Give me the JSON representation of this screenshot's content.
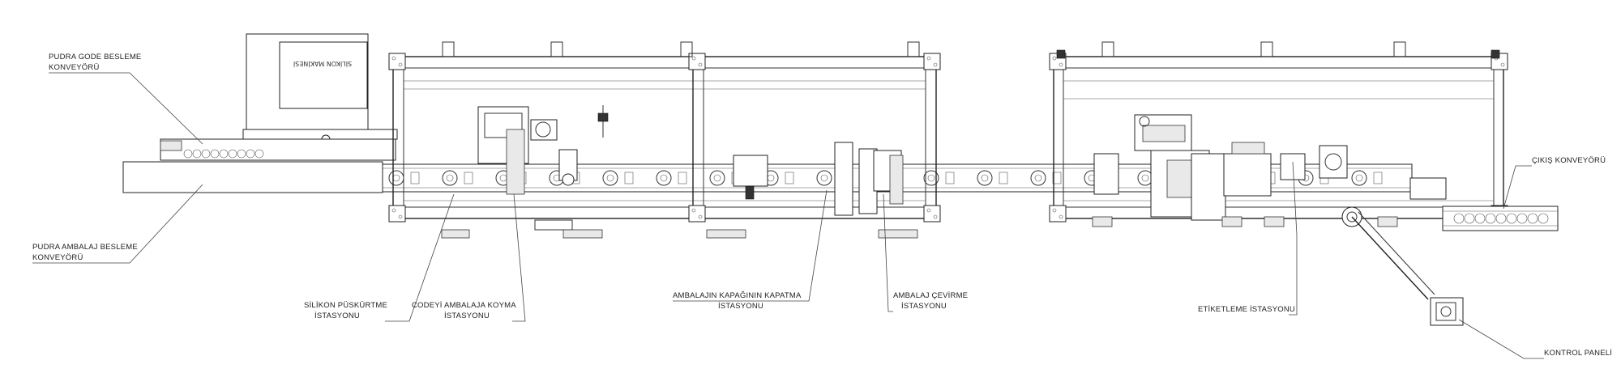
{
  "diagram": {
    "labels": {
      "pudra_gode": [
        "PUDRA GODE BESLEME",
        "KONVEYÖRÜ"
      ],
      "pudra_ambalaj": [
        "PUDRA AMBALAJ BESLEME",
        "KONVEYÖRÜ"
      ],
      "silikon": [
        "SİLİKON PÜSKÜRTME",
        "İSTASYONU"
      ],
      "codeyi": [
        "CODEYİ AMBALAJA KOYMA",
        "İSTASYONU"
      ],
      "kapak": [
        "AMBALAJIN KAPAĞININ KAPATMA",
        "İSTASYONU"
      ],
      "cevirme": [
        "AMBALAJ ÇEVİRME",
        "İSTASYONU"
      ],
      "etiketleme": [
        "ETİKETLEME İSTASYONU"
      ],
      "cikis": [
        "ÇIKIŞ KONVEYÖRÜ"
      ],
      "kontrol": [
        "KONTROL PANELİ"
      ]
    },
    "cabinet_text": "SİLİKON MAKİNESİ",
    "line_color": "#222222",
    "background": "#ffffff"
  }
}
